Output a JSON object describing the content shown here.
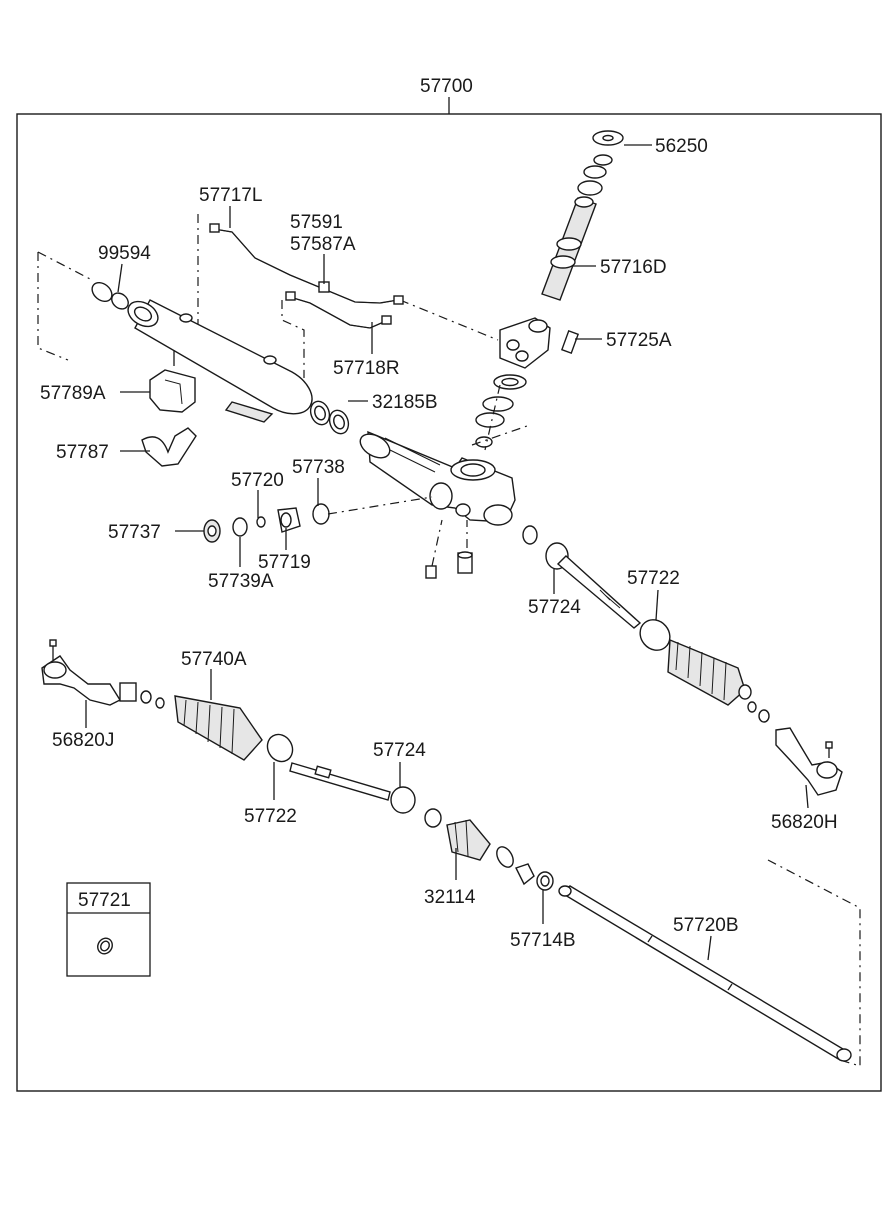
{
  "assembly": {
    "number": "57700"
  },
  "inset_box": {
    "number": "57721"
  },
  "callouts": [
    {
      "id": "56250",
      "text": "56250"
    },
    {
      "id": "57717L",
      "text": "57717L"
    },
    {
      "id": "57591",
      "text": "57591"
    },
    {
      "id": "57587A",
      "text": "57587A"
    },
    {
      "id": "99594",
      "text": "99594"
    },
    {
      "id": "57716D",
      "text": "57716D"
    },
    {
      "id": "57725A",
      "text": "57725A"
    },
    {
      "id": "57718R",
      "text": "57718R"
    },
    {
      "id": "57789A",
      "text": "57789A"
    },
    {
      "id": "32185B",
      "text": "32185B"
    },
    {
      "id": "57787",
      "text": "57787"
    },
    {
      "id": "57720",
      "text": "57720"
    },
    {
      "id": "57738",
      "text": "57738"
    },
    {
      "id": "57737",
      "text": "57737"
    },
    {
      "id": "57719",
      "text": "57719"
    },
    {
      "id": "57739A",
      "text": "57739A"
    },
    {
      "id": "57722-right",
      "text": "57722"
    },
    {
      "id": "57724-upper",
      "text": "57724"
    },
    {
      "id": "57740A",
      "text": "57740A"
    },
    {
      "id": "56820J",
      "text": "56820J"
    },
    {
      "id": "57724-lower",
      "text": "57724"
    },
    {
      "id": "57722-left",
      "text": "57722"
    },
    {
      "id": "56820H",
      "text": "56820H"
    },
    {
      "id": "32114",
      "text": "32114"
    },
    {
      "id": "57720B",
      "text": "57720B"
    },
    {
      "id": "57714B",
      "text": "57714B"
    }
  ],
  "colors": {
    "ink": "#1a1a1a",
    "background": "#ffffff"
  }
}
